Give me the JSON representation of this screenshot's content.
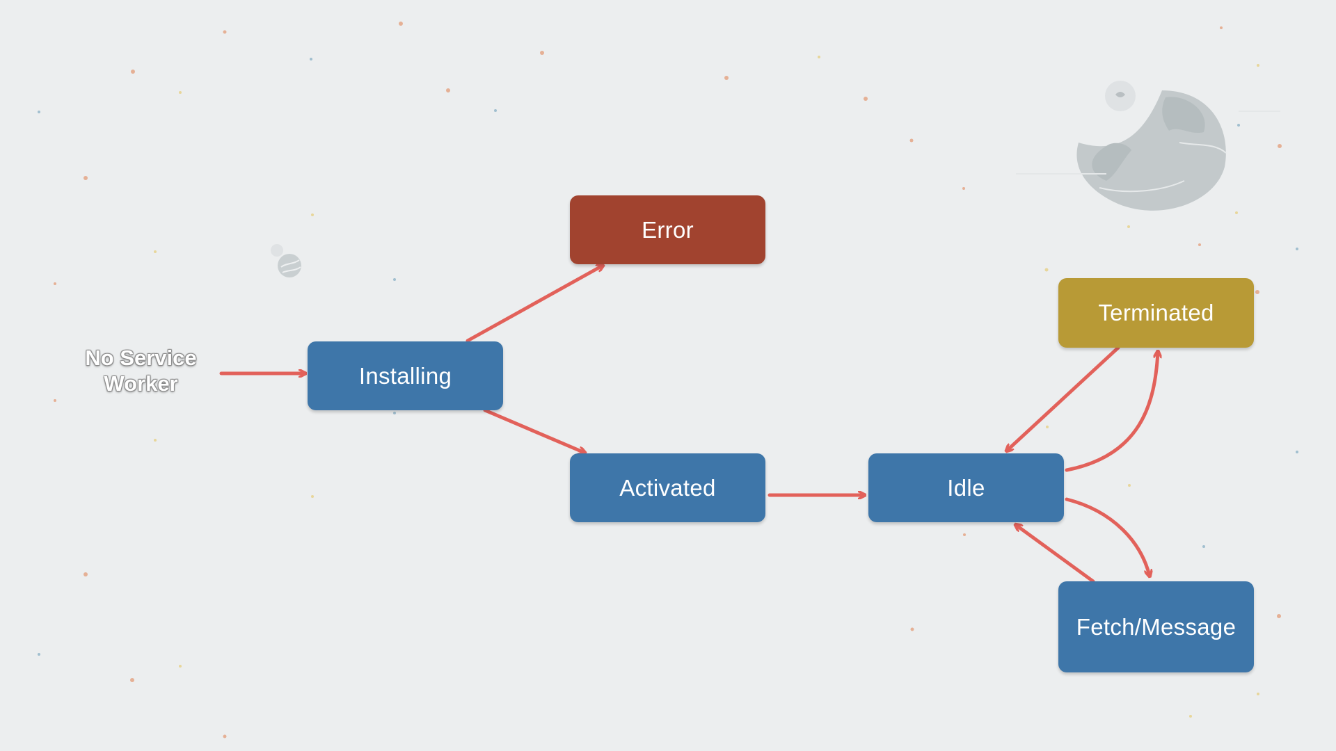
{
  "diagram": {
    "start_label": "No Service Worker",
    "colors": {
      "background": "#eceeef",
      "state_blue": "#3e76a9",
      "state_error": "#a1432f",
      "state_terminated": "#b89a36",
      "arrow": "#e2615a"
    },
    "states": [
      {
        "id": "installing",
        "label": "Installing",
        "color": "blue"
      },
      {
        "id": "error",
        "label": "Error",
        "color": "red"
      },
      {
        "id": "activated",
        "label": "Activated",
        "color": "blue"
      },
      {
        "id": "idle",
        "label": "Idle",
        "color": "blue"
      },
      {
        "id": "terminated",
        "label": "Terminated",
        "color": "gold"
      },
      {
        "id": "fetch_message",
        "label": "Fetch/Message",
        "color": "blue"
      }
    ],
    "transitions": [
      {
        "from": "start",
        "to": "installing"
      },
      {
        "from": "installing",
        "to": "error"
      },
      {
        "from": "installing",
        "to": "activated"
      },
      {
        "from": "activated",
        "to": "idle"
      },
      {
        "from": "idle",
        "to": "terminated"
      },
      {
        "from": "terminated",
        "to": "idle"
      },
      {
        "from": "idle",
        "to": "fetch_message"
      },
      {
        "from": "fetch_message",
        "to": "idle"
      }
    ],
    "decorations": [
      "globe-illustration",
      "small-globe-illustration",
      "sparkle-dots"
    ]
  }
}
